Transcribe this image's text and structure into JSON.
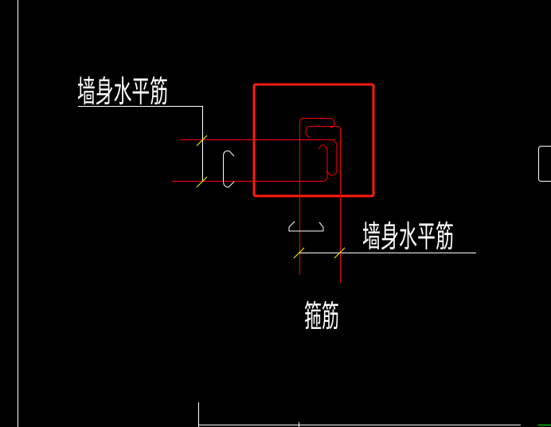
{
  "drawing": {
    "labels": {
      "wall_horizontal_bar_left": "墙身水平筋",
      "wall_horizontal_bar_right": "墙身水平筋",
      "stirrup": "箍筋"
    },
    "colors": {
      "background": "#000000",
      "rebar": "#ff0000",
      "leader": "#ffffff",
      "tick": "#ffff00",
      "column_outline": "#ff1a10",
      "accent_green": "#00ff00"
    }
  }
}
